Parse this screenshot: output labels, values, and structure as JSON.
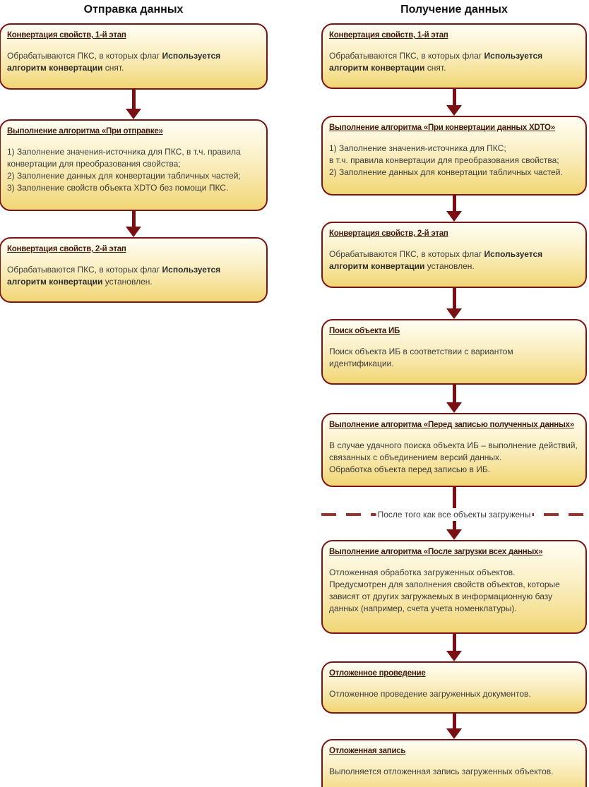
{
  "colors": {
    "box_border": "#7b1416",
    "box_fill_top": "#fffef4",
    "box_fill_mid": "#faeec0",
    "box_fill_bottom": "#f1d675",
    "arrow": "#7a1013",
    "separator": "#99332c",
    "header_text": "#421a0e",
    "body_text": "#3c3c3c"
  },
  "diagram": {
    "columns": [
      {
        "id": "send",
        "title": "Отправка данных",
        "items": [
          {
            "type": "box",
            "header": "Конвертация свойств, 1-й этап",
            "lines": [
              [
                {
                  "t": "Обрабатываются ПКС, в которых флаг "
                },
                {
                  "t": "Используется алгоритм конвертации",
                  "b": true
                },
                {
                  "t": " снят."
                }
              ]
            ]
          },
          {
            "type": "arrow"
          },
          {
            "type": "box",
            "header": "Выполнение алгоритма «При отправке»",
            "lines": [
              [
                {
                  "t": "1) Заполнение значения-источника для ПКС, в т.ч. правила конвертации для преобразования свойства;"
                }
              ],
              [
                {
                  "t": "2) Заполнение данных для конвертации табличных частей;"
                }
              ],
              [
                {
                  "t": "3) Заполнение свойств объекта XDTO без помощи ПКС."
                }
              ]
            ]
          },
          {
            "type": "arrow"
          },
          {
            "type": "box",
            "header": "Конвертация свойств, 2-й этап",
            "lines": [
              [
                {
                  "t": "Обрабатываются ПКС, в которых флаг "
                },
                {
                  "t": "Используется алгоритм конвертации",
                  "b": true
                },
                {
                  "t": " установлен."
                }
              ]
            ]
          }
        ]
      },
      {
        "id": "receive",
        "title": "Получение данных",
        "items": [
          {
            "type": "box",
            "header": "Конвертация свойств, 1-й этап",
            "lines": [
              [
                {
                  "t": "Обрабатываются ПКС, в которых флаг "
                },
                {
                  "t": "Используется алгоритм конвертации",
                  "b": true
                },
                {
                  "t": " снят."
                }
              ]
            ]
          },
          {
            "type": "arrow"
          },
          {
            "type": "box",
            "header": "Выполнение алгоритма «При конвертации данных XDTO»",
            "lines": [
              [
                {
                  "t": "1) Заполнение значения-источника для ПКС;"
                }
              ],
              [
                {
                  "t": "в т.ч. правила конвертации для преобразования свойства;"
                }
              ],
              [
                {
                  "t": "2) Заполнение данных для конвертации табличных частей."
                }
              ]
            ]
          },
          {
            "type": "arrow"
          },
          {
            "type": "box",
            "header": "Конвертация свойств, 2-й этап",
            "lines": [
              [
                {
                  "t": "Обрабатываются ПКС, в которых флаг "
                },
                {
                  "t": "Используется алгоритм конвертации",
                  "b": true
                },
                {
                  "t": " установлен."
                }
              ]
            ]
          },
          {
            "type": "arrow"
          },
          {
            "type": "box",
            "header": "Поиск объекта ИБ",
            "lines": [
              [
                {
                  "t": "Поиск объекта ИБ в соответствии с вариантом идентификации."
                }
              ]
            ]
          },
          {
            "type": "arrow"
          },
          {
            "type": "box",
            "header": "Выполнение алгоритма «Перед записью полученных данных»",
            "lines": [
              [
                {
                  "t": "В случае удачного поиска объекта ИБ – выполнение действий, связанных с объединением версий данных."
                }
              ],
              [
                {
                  "t": "Обработка объекта перед записью в ИБ."
                }
              ]
            ]
          },
          {
            "type": "line"
          },
          {
            "type": "separator",
            "label": "После того как все объекты загружены"
          },
          {
            "type": "arrow"
          },
          {
            "type": "box",
            "header": "Выполнение алгоритма «После загрузки всех данных»",
            "lines": [
              [
                {
                  "t": "Отложенная обработка загруженных объектов."
                }
              ],
              [
                {
                  "t": "Предусмотрен для заполнения свойств объектов, которые зависят от других загружаемых в информационную базу данных (например, счета учета номенклатуры)."
                }
              ]
            ]
          },
          {
            "type": "arrow"
          },
          {
            "type": "box",
            "header": "Отложенное проведение",
            "lines": [
              [
                {
                  "t": "Отложенное проведение загруженных документов."
                }
              ]
            ]
          },
          {
            "type": "arrow"
          },
          {
            "type": "box",
            "header": "Отложенная запись",
            "lines": [
              [
                {
                  "t": "Выполняется отложенная запись загруженных объектов."
                }
              ]
            ]
          }
        ]
      }
    ]
  }
}
